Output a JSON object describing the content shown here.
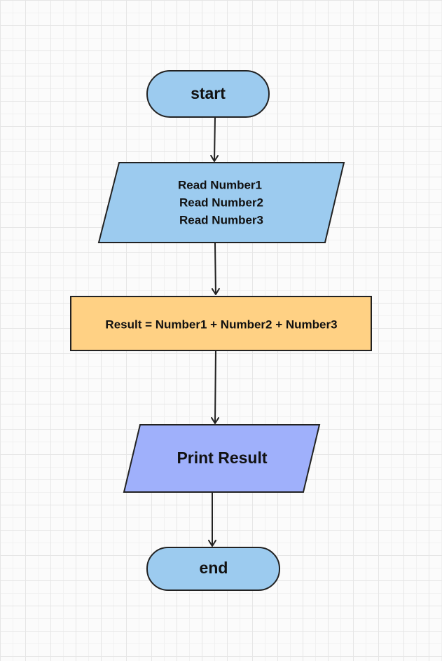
{
  "flowchart": {
    "nodes": {
      "start": {
        "label": "start",
        "color": "#9ccbef"
      },
      "input": {
        "lines": [
          "Read Number1",
          "Read Number2",
          "Read Number3"
        ],
        "color": "#9ccbef"
      },
      "process": {
        "label": "Result = Number1 + Number2 + Number3",
        "color": "#ffd184"
      },
      "output": {
        "label": "Print Result",
        "color": "#9fb0fb"
      },
      "end": {
        "label": "end",
        "color": "#9ccbef"
      }
    },
    "edges": [
      {
        "from": "start",
        "to": "input"
      },
      {
        "from": "input",
        "to": "process"
      },
      {
        "from": "process",
        "to": "output"
      },
      {
        "from": "output",
        "to": "end"
      }
    ],
    "stroke_color": "#222222"
  }
}
